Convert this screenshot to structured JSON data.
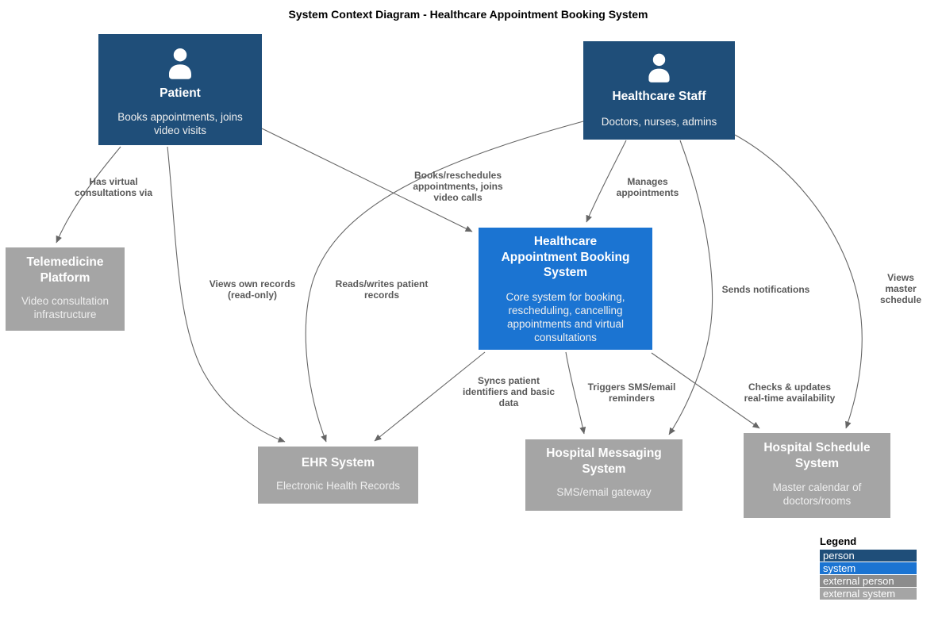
{
  "title": "System Context Diagram - Healthcare Appointment Booking System",
  "colors": {
    "person": "#1F4E79",
    "system": "#1B74D2",
    "external_person": "#8C8C8C",
    "external_system": "#A5A5A5",
    "edge": "#666666",
    "edge_label": "#595959"
  },
  "nodes": [
    {
      "id": "patient",
      "type": "person",
      "icon": "person-icon",
      "title": "Patient",
      "description": "Books appointments, joins\nvideo visits"
    },
    {
      "id": "healthcare-staff",
      "type": "person",
      "icon": "person-icon",
      "title": "Healthcare Staff",
      "description": "Doctors, nurses, admins"
    },
    {
      "id": "booking-system",
      "type": "system",
      "title": "Healthcare\nAppointment Booking\nSystem",
      "description": "Core system for booking,\nrescheduling, cancelling\nappointments and virtual\nconsultations"
    },
    {
      "id": "telemedicine-platform",
      "type": "external_system",
      "title": "Telemedicine\nPlatform",
      "description": "Video consultation\ninfrastructure"
    },
    {
      "id": "ehr-system",
      "type": "external_system",
      "title": "EHR System",
      "description": "Electronic Health Records"
    },
    {
      "id": "hospital-messaging-system",
      "type": "external_system",
      "title": "Hospital Messaging\nSystem",
      "description": "SMS/email gateway"
    },
    {
      "id": "hospital-schedule-system",
      "type": "external_system",
      "title": "Hospital Schedule\nSystem",
      "description": "Master calendar of\ndoctors/rooms"
    }
  ],
  "edges": [
    {
      "from": "Patient",
      "to": "Telemedicine Platform",
      "label": "Has virtual\nconsultations via"
    },
    {
      "from": "Patient",
      "to": "Healthcare Appointment Booking System",
      "label": "Books/reschedules\nappointments, joins\nvideo calls"
    },
    {
      "from": "Healthcare Staff",
      "to": "Healthcare Appointment Booking System",
      "label": "Manages\nappointments"
    },
    {
      "from": "Patient",
      "to": "EHR System",
      "label": "Views own records\n(read-only)"
    },
    {
      "from": "Healthcare Staff",
      "to": "EHR System",
      "label": "Reads/writes patient\nrecords"
    },
    {
      "from": "Healthcare Staff",
      "to": "Hospital Messaging System",
      "label": "Sends notifications"
    },
    {
      "from": "Healthcare Staff",
      "to": "Hospital Schedule System",
      "label": "Views master\nschedule"
    },
    {
      "from": "Healthcare Appointment Booking System",
      "to": "EHR System",
      "label": "Syncs patient\nidentifiers and basic\ndata"
    },
    {
      "from": "Healthcare Appointment Booking System",
      "to": "Hospital Messaging System",
      "label": "Triggers SMS/email\nreminders"
    },
    {
      "from": "Healthcare Appointment Booking System",
      "to": "Hospital Schedule System",
      "label": "Checks & updates\nreal-time availability"
    }
  ],
  "legend": {
    "title": "Legend",
    "items": [
      {
        "label": "person",
        "type": "person"
      },
      {
        "label": "system",
        "type": "system"
      },
      {
        "label": "external person",
        "type": "external_person"
      },
      {
        "label": "external system",
        "type": "external_system"
      }
    ]
  }
}
